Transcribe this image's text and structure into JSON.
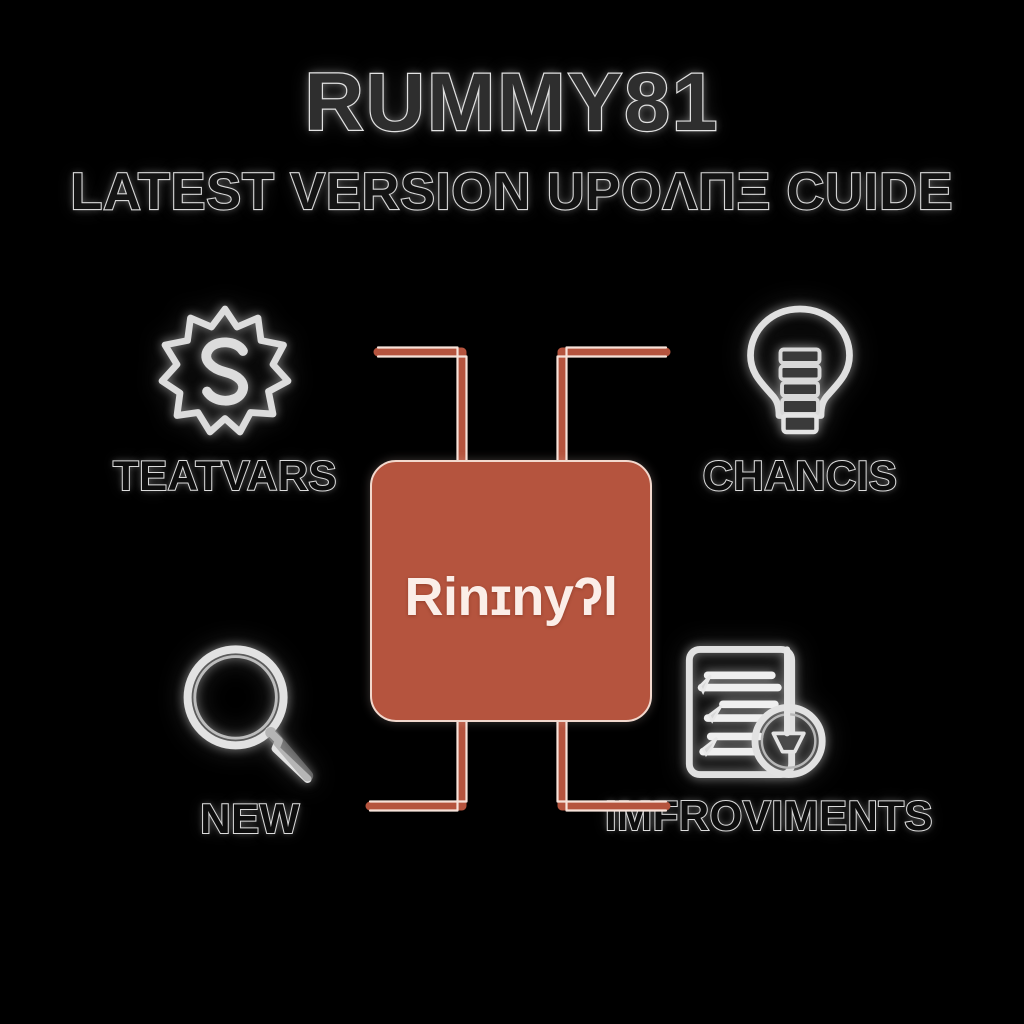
{
  "poster": {
    "background_color": "#000000",
    "accent_color": "#b5543e",
    "outline_color": "#e4e4e4"
  },
  "header": {
    "main_title": "RUMMY81",
    "sub_title": "LATEST VERSION UPOΛΠΞ CUIDE"
  },
  "center": {
    "card_label": "Rinɪnyʔl",
    "card_color": "#b5543e",
    "card_border_color": "#f2d8cd"
  },
  "nodes": [
    {
      "id": "features",
      "icon": "badge-star-s-icon",
      "label": "TEATVARS",
      "position": "top-left"
    },
    {
      "id": "changes",
      "icon": "lightbulb-icon",
      "label": "CHANCIS",
      "position": "top-right"
    },
    {
      "id": "new",
      "icon": "magnifier-icon",
      "label": "NEW",
      "position": "bottom-left"
    },
    {
      "id": "improvements",
      "icon": "document-checklist-icon",
      "label": "IMFROVIMENTS",
      "position": "bottom-right"
    }
  ]
}
